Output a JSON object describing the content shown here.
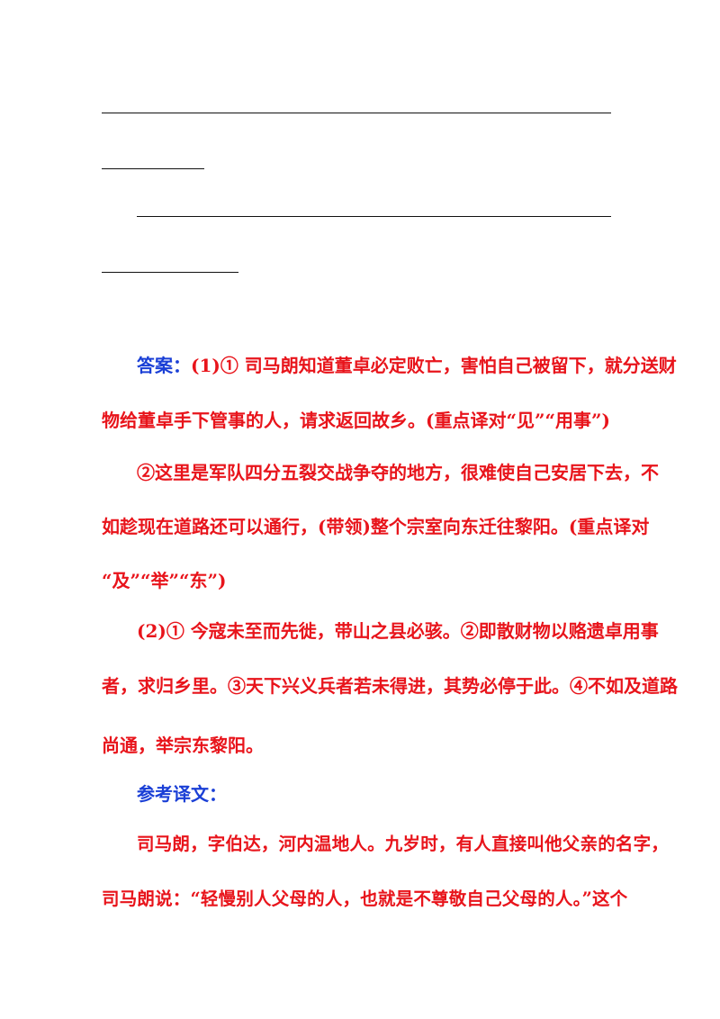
{
  "answer": {
    "label": "答案：",
    "p1_line1": "(1)① 司马朗知道董卓必定败亡，害怕自己被留下，就分送财",
    "p1_line2": "物给董卓手下管事的人，请求返回故乡。(重点译对“见”“用事”)",
    "p2_line1": "②这里是军队四分五裂交战争夺的地方，很难使自己安居下去，不",
    "p2_line2": "如趁现在道路还可以通行，(带领)整个宗室向东迁往黎阳。(重点译对",
    "p2_line3": "“及”“举”“东”)",
    "p3_line1": "(2)① 今寇未至而先徙，带山之县必骇。②即散财物以赂遗卓用事",
    "p3_line2": "者，求归乡里。③天下兴义兵者若未得进，其势必停于此。④不如及道路",
    "p3_line3": "尚通，举宗东黎阳。"
  },
  "reference": {
    "label": "参考译文：",
    "line1": "司马朗，字伯达，河内温地人。九岁时，有人直接叫他父亲的名字，",
    "line2": "司马朗说：“轻慢别人父母的人，也就是不尊敬自己父母的人。”这个"
  },
  "colors": {
    "answer_text": "#e8141b",
    "label_text": "#1a3fd6",
    "rules": "#111111"
  }
}
